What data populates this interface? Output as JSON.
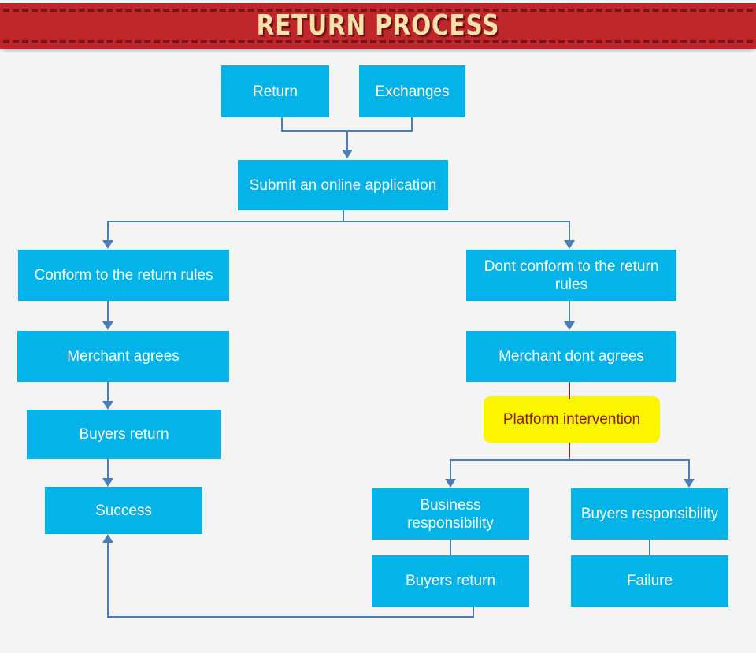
{
  "header": {
    "title": "RETURN PROCESS",
    "banner_color": "#c0272d",
    "title_color": "#f7e3a9",
    "dash_color": "#7d1216"
  },
  "diagram": {
    "background_color": "#f4f4f4",
    "node_fill": "#04b3e8",
    "node_text_color": "#ffffff",
    "highlight_fill": "#fbf500",
    "highlight_text_color": "#8d1b16",
    "connector_color": "#4a7ebb",
    "connector_accent_color": "#9c1f2a",
    "nodes": [
      {
        "id": "return",
        "label": "Return"
      },
      {
        "id": "exchanges",
        "label": "Exchanges"
      },
      {
        "id": "submit-application",
        "label": "Submit an online application"
      },
      {
        "id": "conform-rules",
        "label": "Conform to the return rules"
      },
      {
        "id": "merchant-agrees",
        "label": "Merchant agrees"
      },
      {
        "id": "buyers-return-left",
        "label": "Buyers return"
      },
      {
        "id": "success",
        "label": "Success"
      },
      {
        "id": "dont-conform-rules",
        "label": "Dont conform to the return rules"
      },
      {
        "id": "merchant-dont-agrees",
        "label": "Merchant dont agrees"
      },
      {
        "id": "platform-intervention",
        "label": "Platform intervention"
      },
      {
        "id": "business-responsibility",
        "label": "Business responsibility"
      },
      {
        "id": "buyers-return-bottom",
        "label": "Buyers return"
      },
      {
        "id": "buyers-responsibility",
        "label": "Buyers responsibility"
      },
      {
        "id": "failure",
        "label": "Failure"
      }
    ]
  }
}
